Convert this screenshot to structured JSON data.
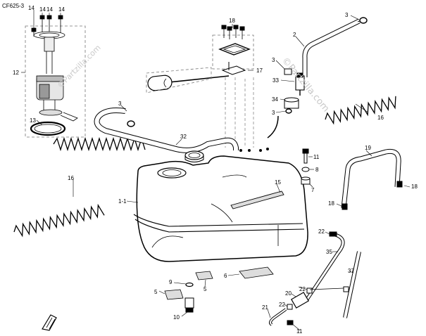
{
  "diagram_code": "CF625-3",
  "watermark": "©Partzilla.com",
  "callouts": {
    "c14a": "14",
    "c14b": "14",
    "c14c": "14",
    "c14d": "14",
    "c12": "12",
    "c13": "13",
    "c16_left": "16",
    "c16_right": "16",
    "c18_top": "18",
    "c17": "17",
    "c3_top": "3",
    "c2": "2",
    "c3_cap": "3",
    "c33": "33",
    "c34": "34",
    "c3_mid": "3",
    "c3_hose": "3",
    "c32": "32",
    "c11_top": "11",
    "c8": "8",
    "c7": "7",
    "c15": "15",
    "c1_1": "1-1",
    "c19": "19",
    "c18_bl": "18",
    "c18_br": "18",
    "c22_top": "22",
    "c35": "35",
    "c37": "37",
    "c6": "6",
    "c9": "9",
    "c5_l": "5",
    "c5_r": "5",
    "c10": "10",
    "c20": "20",
    "c22_mid": "22",
    "c22_low": "22",
    "c21": "21",
    "c11_bot": "11"
  }
}
